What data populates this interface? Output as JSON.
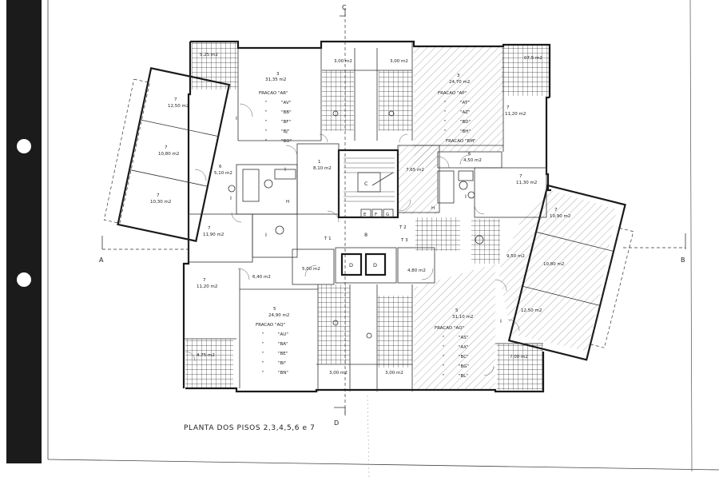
{
  "drawing": {
    "title": "PLANTA DOS PISOS 2,3,4,5,6 e 7",
    "section_marks": {
      "top": "C",
      "bottom": "D",
      "left": "A",
      "right": "B"
    }
  },
  "rooms": [
    {
      "id": "r1",
      "area": "5,25 m2"
    },
    {
      "id": "r2",
      "num": "3",
      "area": "31,35 m2"
    },
    {
      "id": "r3",
      "area": "3,00 m2"
    },
    {
      "id": "r4",
      "area": "3,00 m2"
    },
    {
      "id": "r5",
      "num": "3",
      "area": "24,70 m2"
    },
    {
      "id": "r6",
      "area": "07,5 m2"
    },
    {
      "id": "r7",
      "num": "7",
      "area": "12,50 m2"
    },
    {
      "id": "r8",
      "num": "7",
      "area": "10,80 m2"
    },
    {
      "id": "r9",
      "num": "7",
      "area": "10,30 m2"
    },
    {
      "id": "r10",
      "num": "6",
      "area": "5,10 m2"
    },
    {
      "id": "r11",
      "num": "1",
      "area": "8,10 m2"
    },
    {
      "id": "r12",
      "area": "7,65 m2"
    },
    {
      "id": "r13",
      "num": "6",
      "area": "4,50 m2"
    },
    {
      "id": "r14",
      "num": "7",
      "area": "11,20 m2"
    },
    {
      "id": "r15",
      "num": "7",
      "area": "11,30 m2"
    },
    {
      "id": "r16",
      "num": "7",
      "area": "10,90 m2"
    },
    {
      "id": "r17",
      "num": "7",
      "area": "11,90 m2"
    },
    {
      "id": "r18",
      "area": "6,40 m2"
    },
    {
      "id": "r19",
      "area": "5,00 m2"
    },
    {
      "id": "r20",
      "area": "4,80 m2"
    },
    {
      "id": "r21",
      "area": "9,50 m2"
    },
    {
      "id": "r22",
      "area": "10,80 m2"
    },
    {
      "id": "r23",
      "num": "7",
      "area": "11,20 m2"
    },
    {
      "id": "r24",
      "num": "5",
      "area": "24,90 m2"
    },
    {
      "id": "r25",
      "num": "5",
      "area": "31,10 m2"
    },
    {
      "id": "r26",
      "area": "12,50 m2"
    },
    {
      "id": "r27",
      "area": "4,75 m2"
    },
    {
      "id": "r28",
      "area": "3,00 m2"
    },
    {
      "id": "r29",
      "area": "3,00 m2"
    },
    {
      "id": "r30",
      "area": "7,00 m2"
    }
  ],
  "fractions": [
    {
      "id": "f1",
      "header": "FRACAO  \"AR\"",
      "items": [
        "\"AV\"",
        "\"BB\"",
        "\"BF\"",
        "\"BJ\"",
        "\"BO\""
      ]
    },
    {
      "id": "f2",
      "header": "FRACAO  \"AP\"",
      "items": [
        "\"AT\"",
        "\"AZ\"",
        "\"BD\"",
        "\"BH\""
      ],
      "footer": "FRACAO  \"BM\""
    },
    {
      "id": "f3",
      "header": "FRACAO  \"AQ\"",
      "items": [
        "\"AU\"",
        "\"BA\"",
        "\"BE\"",
        "\"BI\"",
        "\"BN\""
      ]
    },
    {
      "id": "f4",
      "header": "FRACAO  \"AO\"",
      "items": [
        "\"AS\"",
        "\"AX\"",
        "\"BC\"",
        "\"BG\"",
        "\"BL\""
      ]
    }
  ],
  "core_labels": {
    "lift": "C",
    "stairs_e": "E",
    "stairs_f": "F",
    "stairs_g": "G",
    "duct_1": "D",
    "duct_2": "D",
    "hall": "8",
    "t1": "T 1",
    "t2": "T 2",
    "t3": "T 3"
  }
}
